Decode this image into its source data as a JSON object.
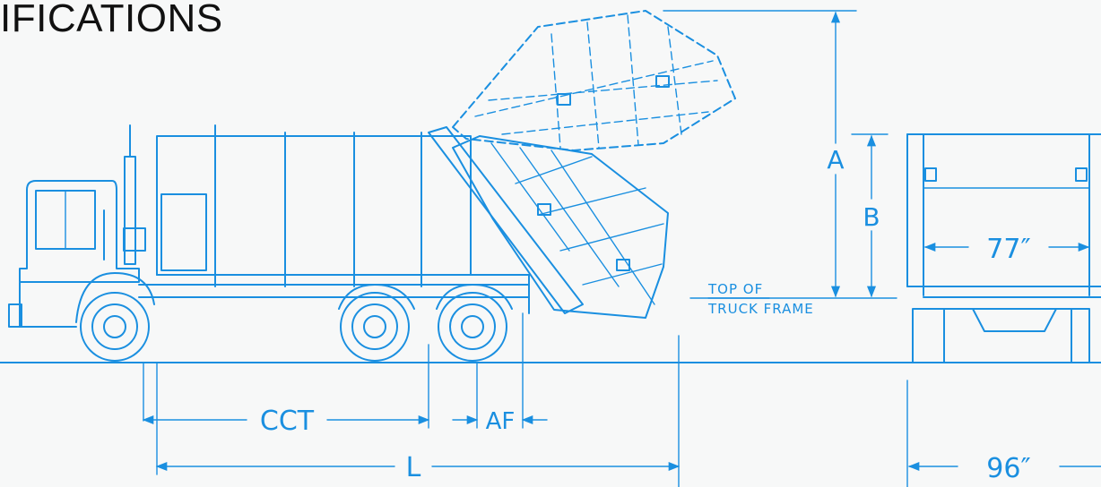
{
  "heading": "IFICATIONS",
  "colors": {
    "line": "#1a8fe0",
    "heading": "#111111",
    "background": "#f7f8f8"
  },
  "dimensions": {
    "A": "A",
    "B": "B",
    "CCT": "CCT",
    "AF": "AF",
    "L": "L",
    "inner_width": "77″",
    "outer_width": "96″"
  },
  "notes": {
    "frame_line1": "TOP OF",
    "frame_line2": "TRUCK FRAME"
  }
}
